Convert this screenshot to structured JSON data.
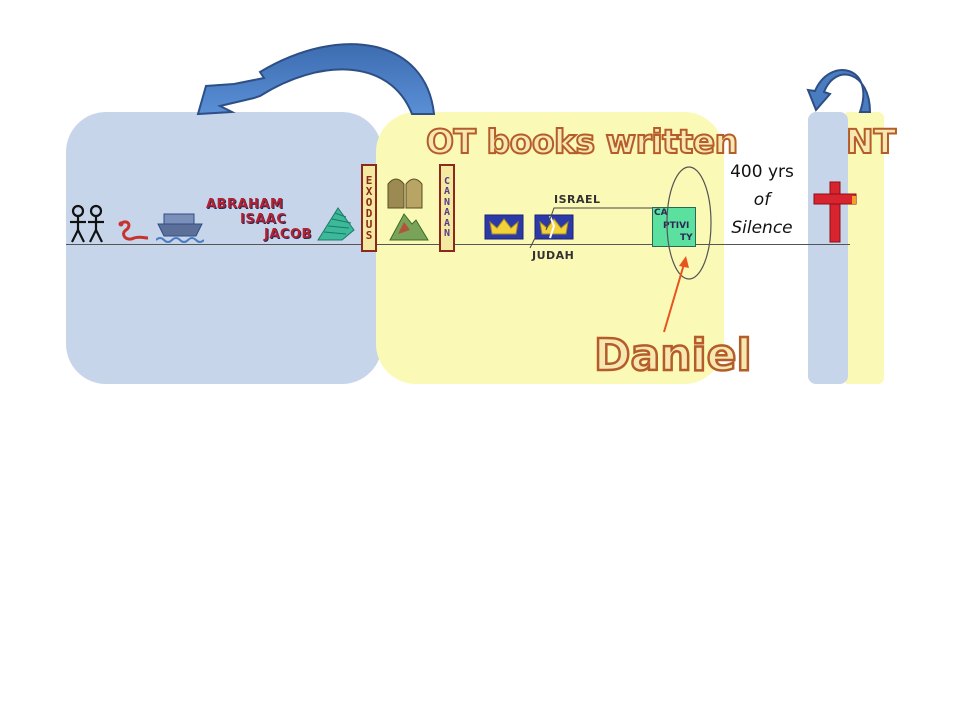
{
  "titles": {
    "ot": "OT books written",
    "nt": "NT",
    "daniel": "Daniel"
  },
  "silence": {
    "line1": "400 yrs",
    "line2": "of",
    "line3": "Silence"
  },
  "patriarchs": {
    "abraham": "ABRAHAM",
    "isaac": "ISAAC",
    "jacob": "JACOB"
  },
  "exodus": [
    "E",
    "X",
    "O",
    "D",
    "U",
    "S"
  ],
  "canaan": [
    "C",
    "A",
    "N",
    "A",
    "A",
    "N"
  ],
  "kingdoms": {
    "israel": "ISRAEL",
    "judah": "JUDAH"
  },
  "captivity": {
    "part1": "CA",
    "part2": "PTIVI",
    "part3": "TY"
  },
  "colors": {
    "ot_panel": "#fbf9b6",
    "pre_panel": "#c7d5ea",
    "arrow": "#4a7cc0",
    "cross": "#d8242e",
    "pointer": "#e8541e"
  },
  "icons": [
    "adam-eve-icon",
    "serpent-icon",
    "ark-icon",
    "tower-icon",
    "tablets-icon",
    "mountain-icon",
    "crown-icon",
    "crown-divided-icon",
    "cross-icon"
  ]
}
